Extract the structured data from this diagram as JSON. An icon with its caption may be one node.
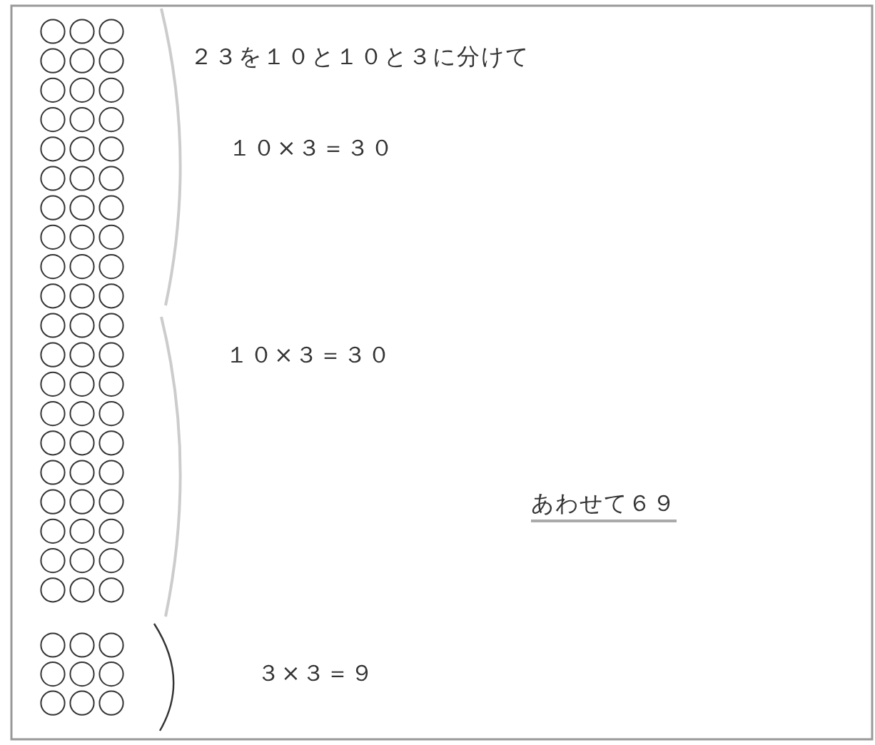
{
  "diagram": {
    "labels": [
      "２３を１０と１０と３に分けて",
      "１０×３＝３０",
      "１０×３＝３０",
      "あわせて６９",
      "３×３＝９"
    ]
  }
}
